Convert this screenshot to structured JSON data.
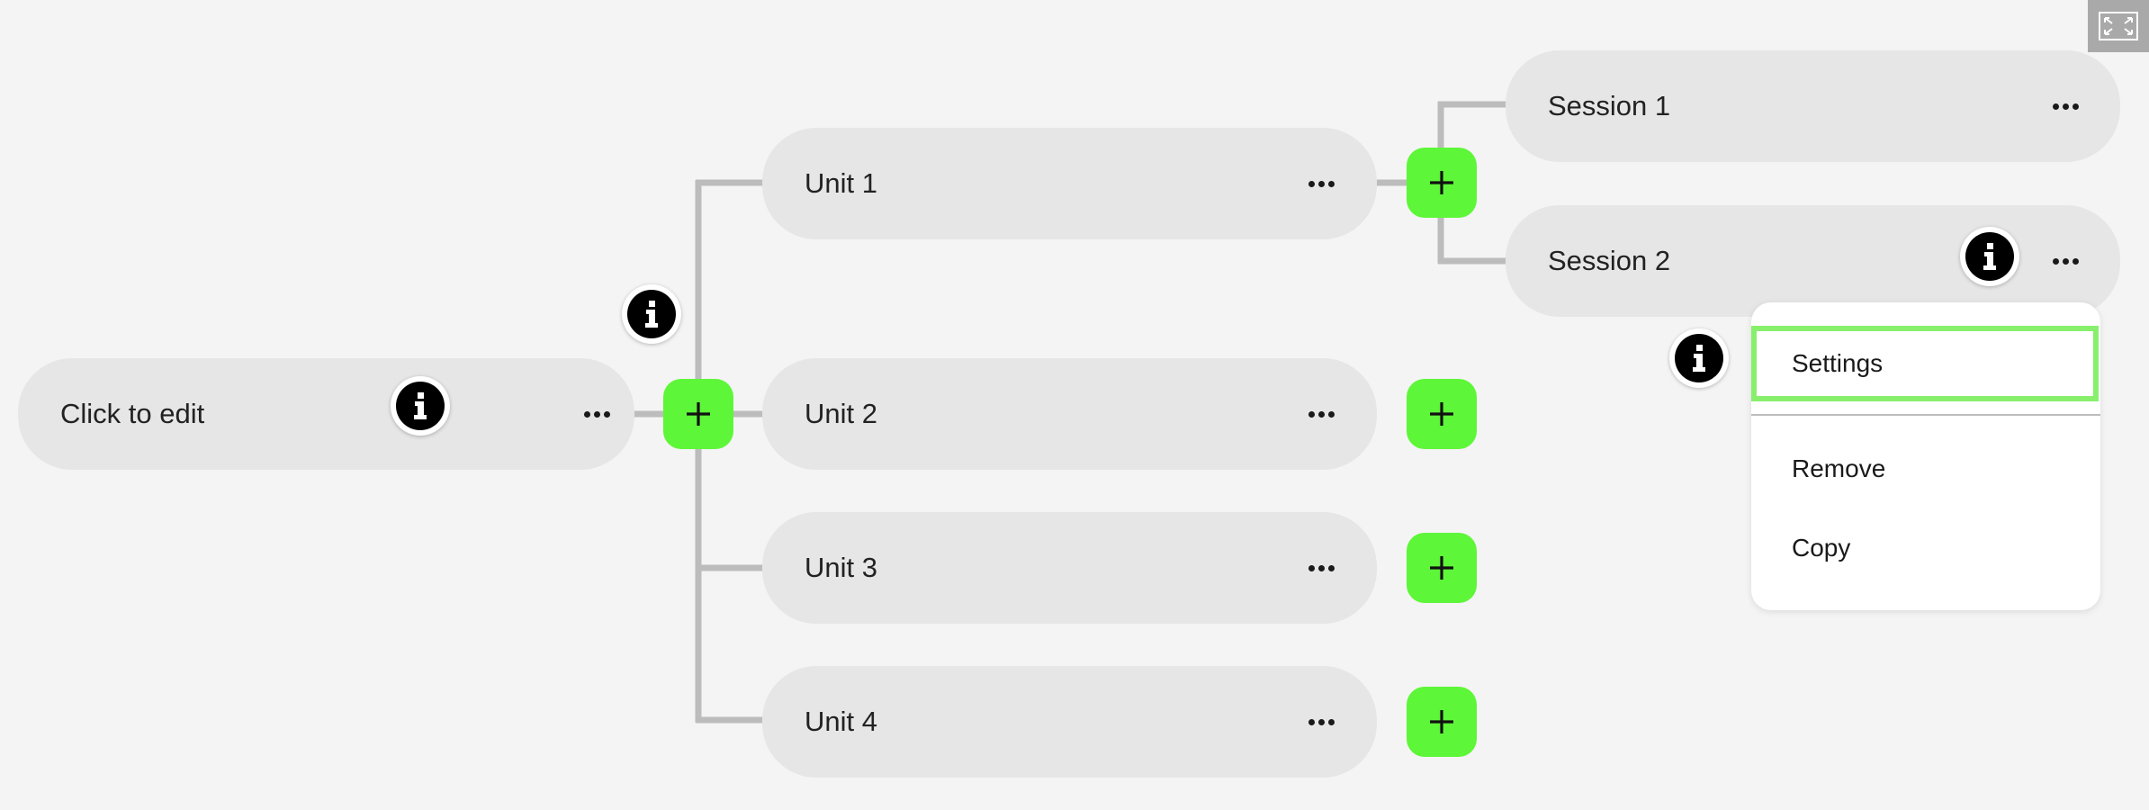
{
  "root": {
    "label": "Click to edit"
  },
  "units": [
    {
      "label": "Unit 1"
    },
    {
      "label": "Unit 2"
    },
    {
      "label": "Unit 3"
    },
    {
      "label": "Unit 4"
    }
  ],
  "sessions": [
    {
      "label": "Session 1"
    },
    {
      "label": "Session 2"
    }
  ],
  "context_menu": {
    "items": [
      {
        "label": "Settings",
        "highlighted": true
      },
      {
        "label": "Remove"
      },
      {
        "label": "Copy"
      }
    ]
  },
  "icons": {
    "add": "plus-icon",
    "more": "more-dots-icon",
    "info": "info-icon",
    "fullscreen": "fullscreen-icon"
  },
  "colors": {
    "background": "#f4f4f4",
    "node": "#e6e6e6",
    "accent_green": "#5ef638",
    "highlight_border": "#88ef6c",
    "connector": "#bcbcbc"
  }
}
